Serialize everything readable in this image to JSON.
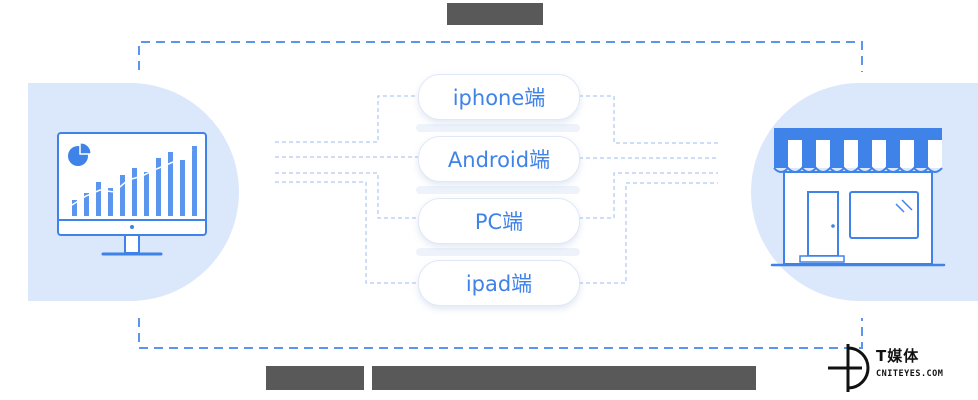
{
  "platforms": [
    {
      "label": "iphone端"
    },
    {
      "label": "Android端"
    },
    {
      "label": "PC端"
    },
    {
      "label": "ipad端"
    }
  ],
  "watermark": {
    "title": "T媒体",
    "subtitle": "CNITEYES.COM"
  },
  "colors": {
    "accent": "#3f82e8",
    "dash": "#5a95ee",
    "circle": "#dbe7fb",
    "redaction": "#595959"
  }
}
